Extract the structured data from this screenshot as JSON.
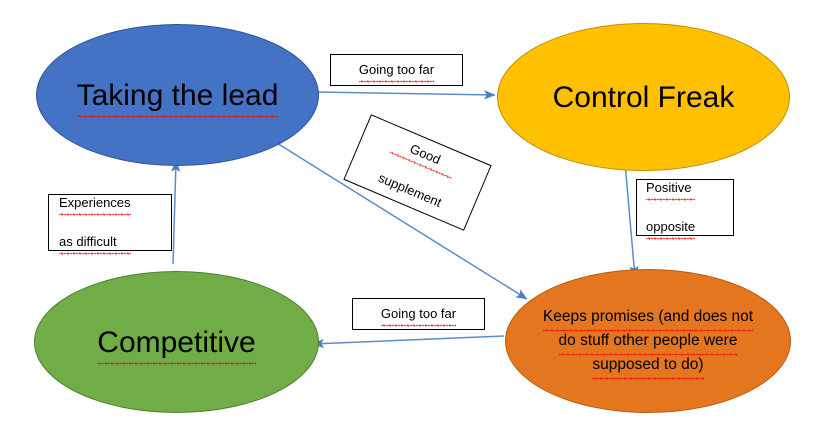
{
  "diagram": {
    "title": "Taking the lead / Control Freak / Competitive behaviour map",
    "background": "#FFFFFF",
    "nodes": [
      {
        "id": "taking-the-lead",
        "label": "Taking the lead",
        "lines": [
          "Taking the lead"
        ],
        "fill": "#4472C4",
        "stroke": "#2F5597",
        "shape": "ellipse"
      },
      {
        "id": "control-freak",
        "label": "Control Freak",
        "lines": [
          "Control Freak"
        ],
        "fill": "#FFC000",
        "stroke": "#BF9000",
        "shape": "ellipse"
      },
      {
        "id": "competitive",
        "label": "Competitive",
        "lines": [
          "Competitive"
        ],
        "fill": "#70AD47",
        "stroke": "#507E32",
        "shape": "ellipse"
      },
      {
        "id": "keeps-promises",
        "label": "Keeps promises (and does not do stuff other people were supposed to do)",
        "lines": [
          "Keeps promises (and does not",
          "do stuff other people were",
          "supposed to do)"
        ],
        "fill": "#E3761F",
        "stroke": "#B85C12",
        "shape": "ellipse"
      }
    ],
    "edge_labels": [
      {
        "id": "going-too-far-top",
        "lines": [
          "Going too far"
        ],
        "from": "taking-the-lead",
        "to": "control-freak",
        "rotation": 0
      },
      {
        "id": "good-supplement",
        "lines": [
          "Good",
          "supplement"
        ],
        "from": "taking-the-lead",
        "to": "keeps-promises",
        "rotation": 23
      },
      {
        "id": "positive-opposite",
        "lines": [
          "Positive",
          "opposite"
        ],
        "from": "control-freak",
        "to": "keeps-promises",
        "rotation": 0
      },
      {
        "id": "going-too-far-bottom",
        "lines": [
          "Going too far"
        ],
        "from": "keeps-promises",
        "to": "competitive",
        "rotation": 0
      },
      {
        "id": "experiences-as-difficult",
        "lines": [
          "Experiences",
          "as difficult"
        ],
        "from": "competitive",
        "to": "taking-the-lead",
        "rotation": 0
      }
    ],
    "arrows": {
      "color": "#5B8CC8",
      "items": [
        {
          "id": "arrow-lead-to-control",
          "from": "taking-the-lead",
          "to": "control-freak"
        },
        {
          "id": "arrow-lead-to-keeps-promises",
          "from": "taking-the-lead",
          "to": "keeps-promises"
        },
        {
          "id": "arrow-control-to-keeps",
          "from": "control-freak",
          "to": "keeps-promises"
        },
        {
          "id": "arrow-keeps-to-competitive",
          "from": "keeps-promises",
          "to": "competitive"
        },
        {
          "id": "arrow-competitive-to-lead",
          "from": "competitive",
          "to": "taking-the-lead"
        }
      ]
    }
  }
}
